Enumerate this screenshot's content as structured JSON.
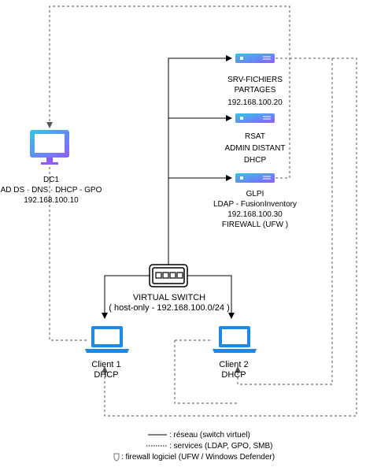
{
  "dc1": {
    "name": "DC1",
    "services": "AD DS · DNS · DHCP - GPO",
    "ip": "192.168.100.10"
  },
  "srv_fichiers": {
    "line1": "SRV-FICHIERS",
    "line2": "PARTAGES",
    "ip": "192.168.100.20"
  },
  "rsat": {
    "line1": "RSAT",
    "line2": "ADMIN DISTANT",
    "line3": "DHCP"
  },
  "glpi": {
    "line1": "GLPI",
    "line2": "LDAP - FusionInventory",
    "ip": "192.168.100.30",
    "line4": "FIREWALL (UFW )"
  },
  "switch": {
    "line1": "VIRTUAL SWITCH",
    "line2": "( host-only - 192.168.100.0/24 )"
  },
  "client1": {
    "name": "Client 1",
    "role": "DHCP"
  },
  "client2": {
    "name": "Client 2",
    "role": "DHCP"
  },
  "legend": {
    "network": ": réseau (switch virtuel)",
    "services": ": services (LDAP, GPO, SMB)",
    "firewall": ": firewall logiciel (UFW / Windows Defender)"
  },
  "colors": {
    "monitor": "#8f5bff",
    "monitor_screen": "#2ec7e6",
    "server_top": "#2ec7e6",
    "server_bottom": "#8f5bff",
    "laptop": "#1e88e5",
    "line": "#000000",
    "dashed": "#555555"
  }
}
